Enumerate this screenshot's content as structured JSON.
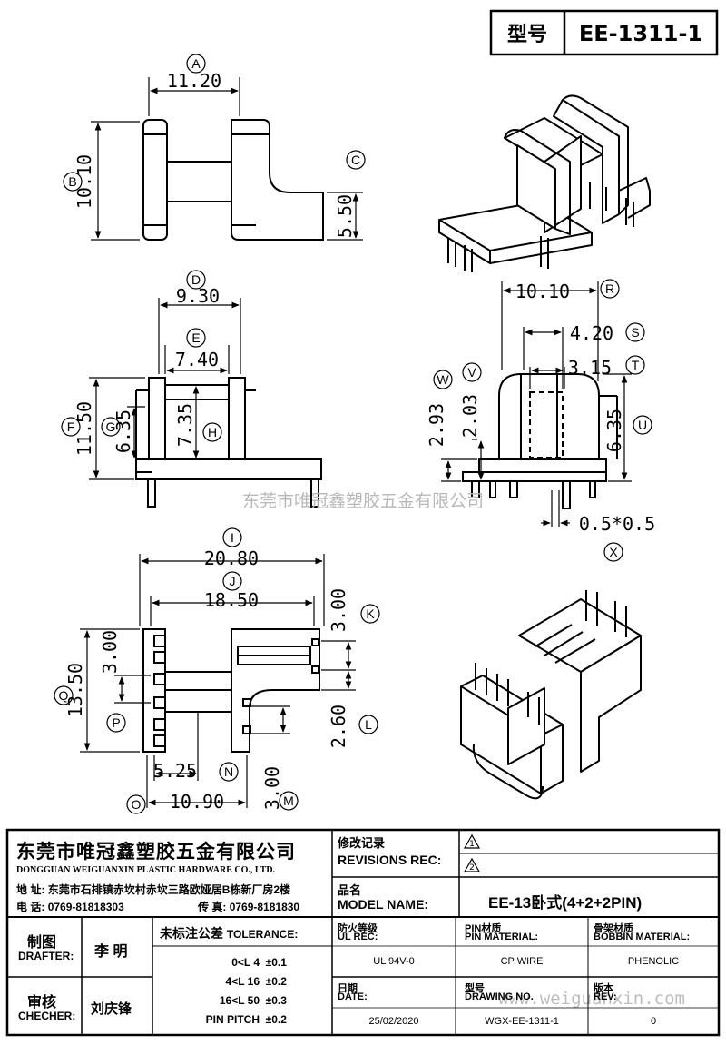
{
  "model_header": {
    "label": "型号",
    "value": "EE-1311-1"
  },
  "dimensions": {
    "A": {
      "letter": "A",
      "value": "11.20"
    },
    "B": {
      "letter": "B",
      "value": "10.10"
    },
    "C": {
      "letter": "C",
      "value": "5.50"
    },
    "D": {
      "letter": "D",
      "value": "9.30"
    },
    "E": {
      "letter": "E",
      "value": "7.40"
    },
    "F": {
      "letter": "F",
      "value": "11.50"
    },
    "G": {
      "letter": "G",
      "value": "6.35"
    },
    "H": {
      "letter": "H",
      "value": "7.35"
    },
    "R": {
      "letter": "R",
      "value": "10.10"
    },
    "S": {
      "letter": "S",
      "value": "4.20"
    },
    "T": {
      "letter": "T",
      "value": "3.15"
    },
    "W": {
      "letter": "W",
      "value": "2.93"
    },
    "V": {
      "letter": "V",
      "value": "2.03"
    },
    "U": {
      "letter": "U",
      "value": "6.35"
    },
    "X": {
      "letter": "X",
      "value": "0.5*0.5"
    },
    "I": {
      "letter": "I",
      "value": "20.80"
    },
    "J": {
      "letter": "J",
      "value": "18.50"
    },
    "K": {
      "letter": "K",
      "value": "3.00"
    },
    "Q": {
      "letter": "Q",
      "value": "13.50"
    },
    "P": {
      "letter": "P",
      "value": "3.00"
    },
    "L": {
      "letter": "L",
      "value": "2.60"
    },
    "N": {
      "letter": "N",
      "value": "5.25"
    },
    "M": {
      "letter": "M",
      "value": "3.00"
    },
    "O": {
      "letter": "O",
      "value": "10.90"
    }
  },
  "watermark": {
    "company": "东莞市唯冠鑫塑胶五金有限公司",
    "website": "www.weiguanxin.com"
  },
  "company": {
    "name_cn": "东莞市唯冠鑫塑胶五金有限公司",
    "name_en": "DONGGUAN WEIGUANXIN PLASTIC HARDWARE CO., LTD.",
    "address_label": "地 址:",
    "address": "东莞市石排镇赤坎村赤坎三路欧娅居B栋新厂房2楼",
    "phone_label": "电 话:",
    "phone": "0769-81818303",
    "fax_label": "传 真:",
    "fax": "0769-8181830"
  },
  "revisions": {
    "label_cn": "修改记录",
    "label_en": "REVISIONS REC:",
    "rev1": "1",
    "rev2": "2"
  },
  "model": {
    "label_cn": "品名",
    "label_en": "MODEL NAME:",
    "value": "EE-13卧式(4+2+2PIN)"
  },
  "drafter": {
    "label_cn": "制图",
    "label_en": "DRAFTER:",
    "name": "李 明"
  },
  "checker": {
    "label_cn": "审核",
    "label_en": "CHECHER:",
    "name": "刘庆锋"
  },
  "tolerance": {
    "label_cn": "未标注公差",
    "label_en": "TOLERANCE:",
    "rows": [
      {
        "range": "0<L 4",
        "value": "±0.1"
      },
      {
        "range": "4<L 16",
        "value": "±0.2"
      },
      {
        "range": "16<L 50",
        "value": "±0.3"
      },
      {
        "range": "PIN PITCH",
        "value": "±0.2"
      }
    ]
  },
  "ul_rec": {
    "label_cn": "防火等级",
    "label_en": "UL REC:",
    "value": "UL 94V-0"
  },
  "pin_material": {
    "label_cn": "PIN材质",
    "label_en": "PIN MATERIAL:",
    "value": "CP WIRE"
  },
  "bobbin_material": {
    "label_cn": "骨架材质",
    "label_en": "BOBBIN MATERIAL:",
    "value": "PHENOLIC"
  },
  "date": {
    "label_cn": "日期",
    "label_en": "DATE:",
    "value": "25/02/2020"
  },
  "drawing_no": {
    "label_cn": "型号",
    "label_en": "DRAWING NO.",
    "value": "WGX-EE-1311-1"
  },
  "rev": {
    "label_cn": "版本",
    "label_en": "REV:",
    "value": "0"
  }
}
